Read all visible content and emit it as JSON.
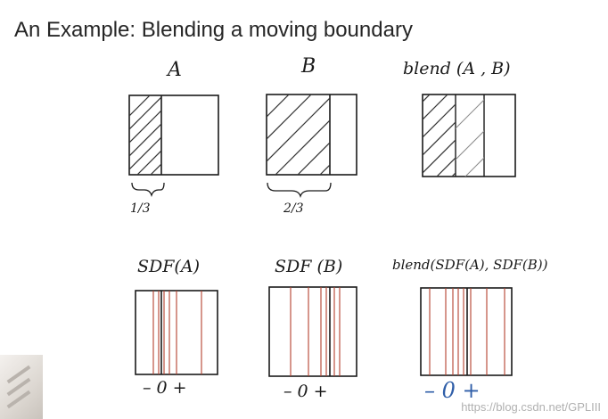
{
  "slide": {
    "title": "An Example: Blending a moving boundary"
  },
  "labels": {
    "a": "A",
    "b": "B",
    "blend": "blend (A , B)",
    "third": "1/3",
    "two_thirds": "2/3",
    "sdf_a": "SDF(A)",
    "sdf_b": "SDF (B)",
    "blend_sdf": "blend(SDF(A), SDF(B))",
    "sign_a": "– 0 +",
    "sign_b": "– 0 +",
    "sign_blend": "– 0 +"
  },
  "watermark": "https://blog.csdn.net/GPLIII",
  "colors": {
    "ink": "#1a1a1a",
    "red_line": "#b3412f",
    "blue_ink": "#2f5ea8",
    "hatch": "#333333"
  }
}
